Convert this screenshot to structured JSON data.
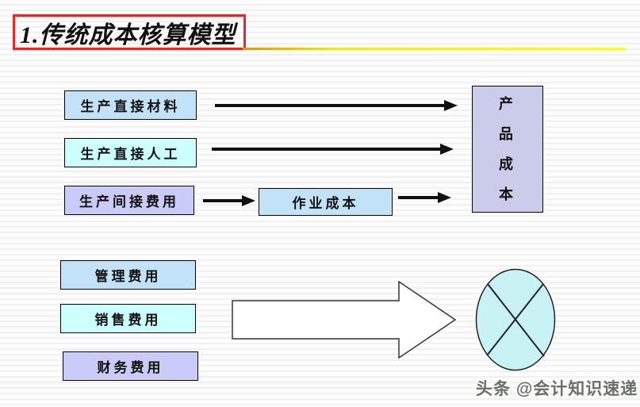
{
  "slide": {
    "title": "1.传统成本核算模型",
    "watermark": "头条 @会计知识速递"
  },
  "diagram": {
    "cost_items": [
      {
        "label": "生产直接材料",
        "color": "#c2e3f7"
      },
      {
        "label": "生产直接人工",
        "color": "#ccffff"
      },
      {
        "label": "生产间接费用",
        "color": "#cbcbf8"
      }
    ],
    "activity_box": {
      "label": "作业成本",
      "color": "#c2e3f7"
    },
    "product_box": {
      "label": "产\n品\n成\n本",
      "color": "#cbcbea"
    },
    "period_expenses": [
      {
        "label": "管理费用",
        "color": "#c2e3f7"
      },
      {
        "label": "销售费用",
        "color": "#ccffff"
      },
      {
        "label": "财务费用",
        "color": "#cbcbf8"
      }
    ],
    "colors": {
      "title_border": "#e02b2b",
      "underline_yellow": "#fbfb3a",
      "arrow_black": "#111111",
      "big_arrow_fill": "#ffffff",
      "big_arrow_stroke": "#333333",
      "ellipse_fill": "#c9f2f4",
      "ellipse_stroke": "#222233"
    }
  }
}
